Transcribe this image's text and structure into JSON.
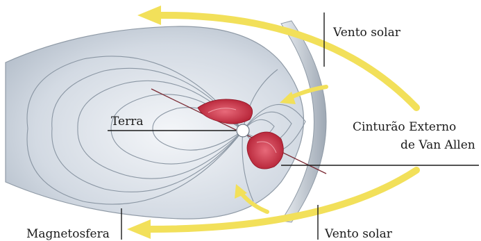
{
  "labels": {
    "solar_wind_top": "Vento solar",
    "solar_wind_bottom": "Vento solar",
    "earth": "Terra",
    "van_allen_line1": "Cinturão Externo",
    "van_allen_line2": "de Van Allen",
    "magnetosphere": "Magnetosfera"
  },
  "colors": {
    "solar_wind": "#f2e05a",
    "radiation_belt": "#c8283a",
    "magnetosphere": "#c9d2dc",
    "field_lines": "#8a96a3",
    "bow_shock": "#b9c1ca"
  }
}
